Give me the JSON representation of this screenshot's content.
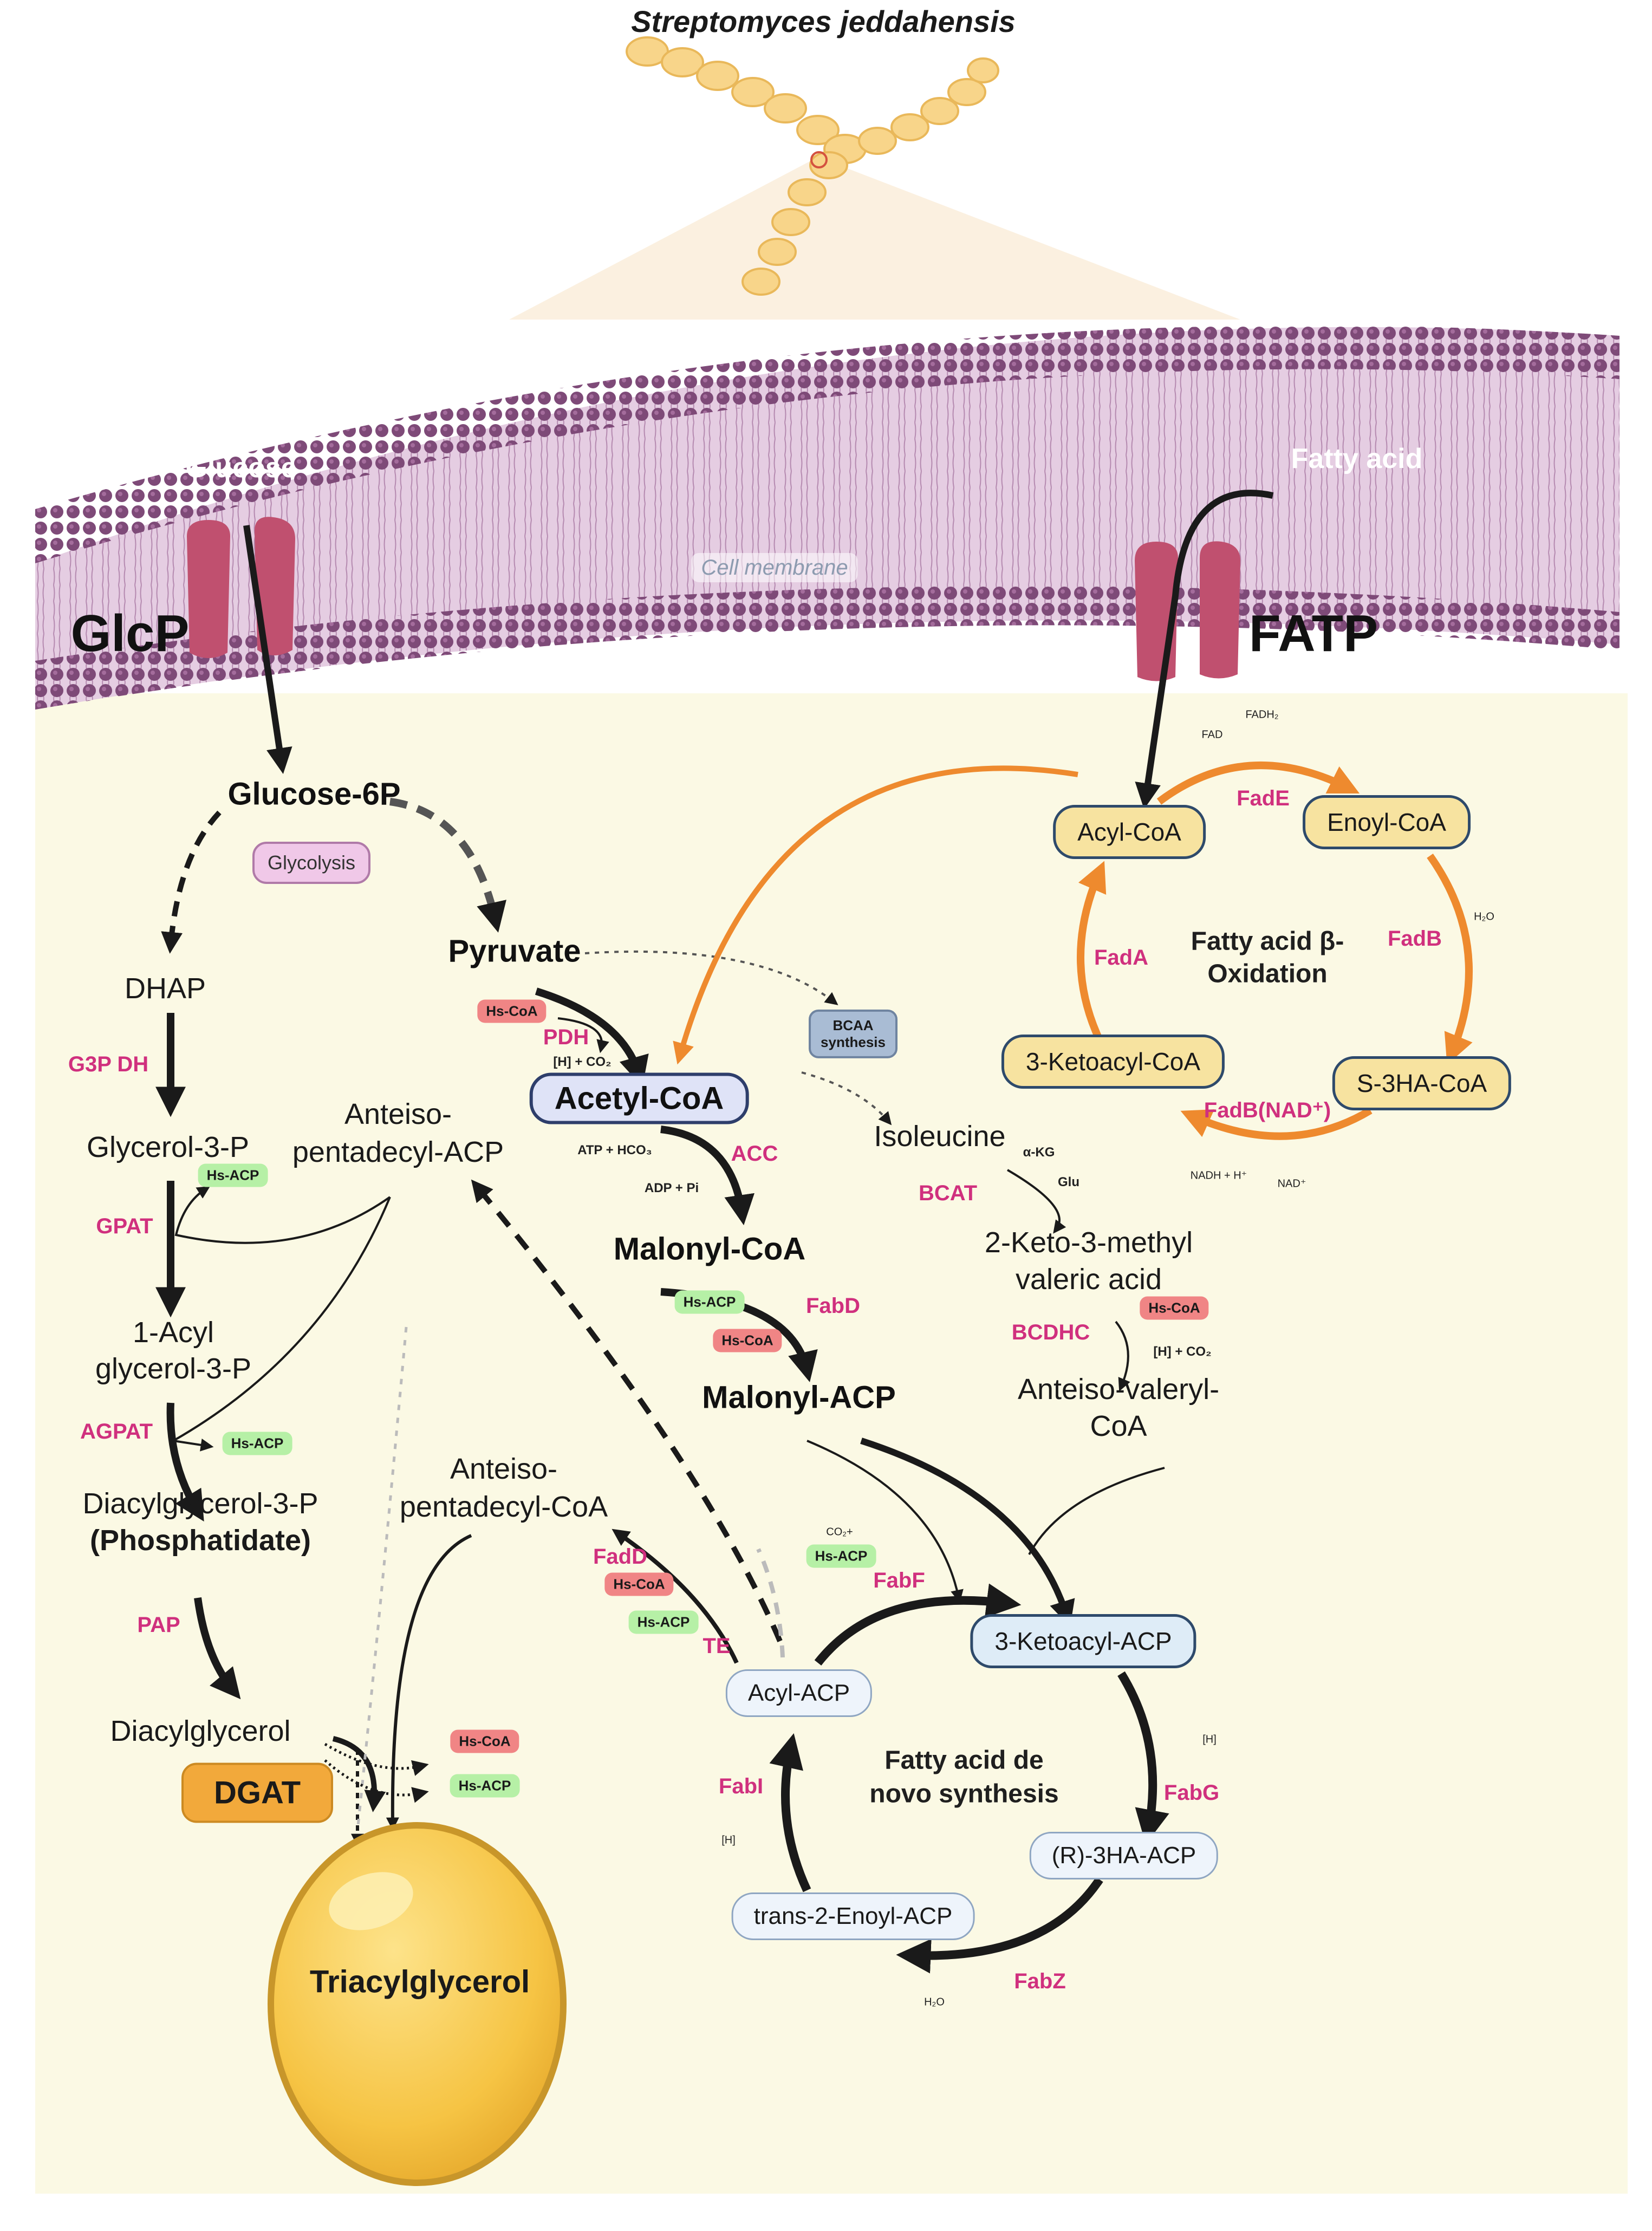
{
  "title": "Streptomyces jeddahensis",
  "membrane": {
    "label": "Cell membrane",
    "glucose": "Glucose",
    "fatty_acid": "Fatty acid",
    "glcp": "GlcP",
    "fatp": "FATP"
  },
  "glycolysis": {
    "glucose6p": "Glucose-6P",
    "glycolysis": "Glycolysis",
    "dhap": "DHAP",
    "pyruvate": "Pyruvate",
    "acetyl_coa": "Acetyl-CoA",
    "malonyl_coa": "Malonyl-CoA",
    "malonyl_acp": "Malonyl-ACP",
    "pdh": "PDH",
    "pdh_products": "[H] + CO₂",
    "acc": "ACC",
    "acc_in": "ATP + HCO₃",
    "acc_out": "ADP + Pi",
    "fabd": "FabD"
  },
  "glycerol": {
    "g3pdh": "G3P DH",
    "glycerol3p": "Glycerol-3-P",
    "gpat": "GPAT",
    "acylg3p_1": "1-Acyl",
    "acylg3p_2": "glycerol-3-P",
    "agpat": "AGPAT",
    "dag3p": "Diacylglycerol-3-P",
    "phosphatidate": "(Phosphatidate)",
    "pap": "PAP",
    "dag": "Diacylglycerol",
    "dgat": "DGAT",
    "tag": "Triacylglycerol"
  },
  "anteiso": {
    "acp_1": "Anteiso-",
    "acp_2": "pentadecyl-ACP",
    "coa_1": "Anteiso-",
    "coa_2": "pentadecyl-CoA",
    "fadd": "FadD",
    "te": "TE"
  },
  "bcaa": {
    "box_1": "BCAA",
    "box_2": "synthesis",
    "isoleucine": "Isoleucine",
    "akg": "α-KG",
    "glu": "Glu",
    "bcat": "BCAT",
    "keto_1": "2-Keto-3-methyl",
    "keto_2": "valeric acid",
    "bcdhc": "BCDHC",
    "bcdhc_products": "[H] + CO₂",
    "valeryl_1": "Anteiso-valeryl-",
    "valeryl_2": "CoA"
  },
  "cofactors": {
    "hs_coa": "Hs-CoA",
    "hs_acp": "Hs-ACP"
  },
  "beta_oxidation": {
    "title_1": "Fatty acid β-",
    "title_2": "Oxidation",
    "acyl_coa": "Acyl-CoA",
    "enoyl_coa": "Enoyl-CoA",
    "s3ha_coa": "S-3HA-CoA",
    "ketoacyl_coa": "3-Ketoacyl-CoA",
    "fade": "FadE",
    "fadb": "FadB",
    "fadb_nad": "FadB(NAD⁺)",
    "fada": "FadA",
    "fad": "FAD",
    "fadh2": "FADH₂",
    "h2o": "H₂O",
    "nadh": "NADH + H⁺",
    "nad": "NAD⁺"
  },
  "de_novo": {
    "title_1": "Fatty acid de",
    "title_2": "novo synthesis",
    "ketoacyl_acp": "3-Ketoacyl-ACP",
    "r3ha_acp": "(R)-3HA-ACP",
    "enoyl_acp": "trans-2-Enoyl-ACP",
    "acyl_acp": "Acyl-ACP",
    "fabf": "FabF",
    "fabg": "FabG",
    "fabz": "FabZ",
    "fabi": "FabI",
    "co2": "CO₂+",
    "h_fabg": "[H]",
    "h_fabi": "[H]",
    "h2o_fabz": "H₂O"
  }
}
